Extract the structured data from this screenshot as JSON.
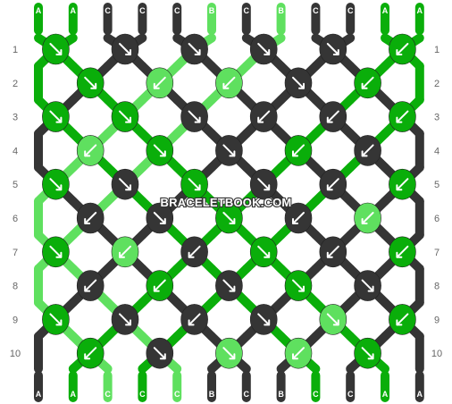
{
  "colors": {
    "A": "#0aae0a",
    "B": "#5fe05f",
    "C": "#353535"
  },
  "strands_top": [
    "A",
    "A",
    "C",
    "C",
    "C",
    "B",
    "C",
    "B",
    "C",
    "C",
    "A",
    "A"
  ],
  "strands_bottom": [
    "A",
    "A",
    "C",
    "C",
    "C",
    "B",
    "C",
    "B",
    "C",
    "C",
    "A",
    "A"
  ],
  "row_labels": [
    "1",
    "2",
    "3",
    "4",
    "5",
    "6",
    "7",
    "8",
    "9",
    "10"
  ],
  "watermark": "BRACELETBOOK.COM",
  "knot_rows": [
    [
      {
        "c": "A",
        "d": "se"
      },
      {
        "c": "C",
        "d": "se"
      },
      {
        "c": "C",
        "d": "se"
      },
      {
        "c": "C",
        "d": "se"
      },
      {
        "c": "C",
        "d": "se"
      },
      {
        "c": "A",
        "d": "sw"
      }
    ],
    [
      {
        "c": "A",
        "d": "se"
      },
      {
        "c": "B",
        "d": "sw"
      },
      {
        "c": "B",
        "d": "sw"
      },
      {
        "c": "C",
        "d": "se"
      },
      {
        "c": "A",
        "d": "sw"
      }
    ],
    [
      {
        "c": "A",
        "d": "se"
      },
      {
        "c": "A",
        "d": "se"
      },
      {
        "c": "C",
        "d": "se"
      },
      {
        "c": "C",
        "d": "sw"
      },
      {
        "c": "C",
        "d": "sw"
      },
      {
        "c": "A",
        "d": "sw"
      }
    ],
    [
      {
        "c": "B",
        "d": "sw"
      },
      {
        "c": "A",
        "d": "se"
      },
      {
        "c": "C",
        "d": "se"
      },
      {
        "c": "A",
        "d": "sw"
      },
      {
        "c": "C",
        "d": "sw"
      }
    ],
    [
      {
        "c": "A",
        "d": "se"
      },
      {
        "c": "C",
        "d": "se"
      },
      {
        "c": "A",
        "d": "se"
      },
      {
        "c": "C",
        "d": "se"
      },
      {
        "c": "C",
        "d": "sw"
      },
      {
        "c": "A",
        "d": "sw"
      }
    ],
    [
      {
        "c": "C",
        "d": "sw"
      },
      {
        "c": "C",
        "d": "se"
      },
      {
        "c": "A",
        "d": "se"
      },
      {
        "c": "C",
        "d": "sw"
      },
      {
        "c": "B",
        "d": "sw"
      }
    ],
    [
      {
        "c": "A",
        "d": "se"
      },
      {
        "c": "B",
        "d": "sw"
      },
      {
        "c": "C",
        "d": "sw"
      },
      {
        "c": "A",
        "d": "se"
      },
      {
        "c": "C",
        "d": "sw"
      },
      {
        "c": "A",
        "d": "sw"
      }
    ],
    [
      {
        "c": "C",
        "d": "sw"
      },
      {
        "c": "A",
        "d": "sw"
      },
      {
        "c": "C",
        "d": "se"
      },
      {
        "c": "A",
        "d": "se"
      },
      {
        "c": "C",
        "d": "se"
      }
    ],
    [
      {
        "c": "A",
        "d": "se"
      },
      {
        "c": "C",
        "d": "se"
      },
      {
        "c": "C",
        "d": "sw"
      },
      {
        "c": "C",
        "d": "se"
      },
      {
        "c": "B",
        "d": "se"
      },
      {
        "c": "A",
        "d": "sw"
      }
    ],
    [
      {
        "c": "A",
        "d": "sw"
      },
      {
        "c": "C",
        "d": "se"
      },
      {
        "c": "B",
        "d": "se"
      },
      {
        "c": "B",
        "d": "sw"
      },
      {
        "c": "A",
        "d": "se"
      }
    ]
  ]
}
